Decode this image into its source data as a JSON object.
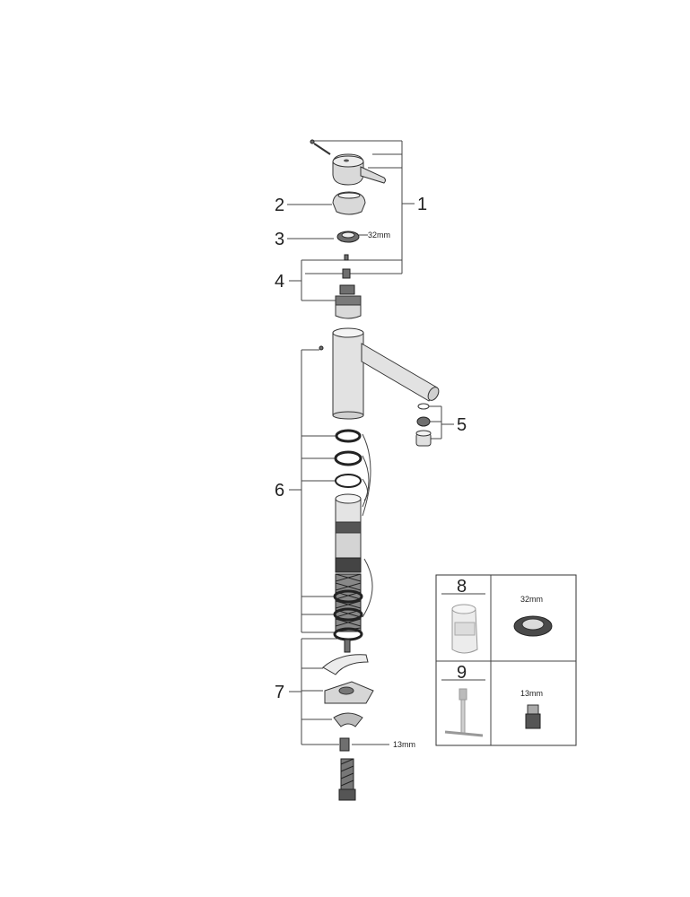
{
  "callouts": {
    "c1": "1",
    "c2": "2",
    "c3": "3",
    "c4": "4",
    "c5": "5",
    "c6": "6",
    "c7": "7",
    "c8": "8",
    "c9": "9"
  },
  "dimensions": {
    "ring_nut": "32mm",
    "hex_bottom": "13mm",
    "tool_8": "32mm",
    "tool_9": "13mm"
  }
}
